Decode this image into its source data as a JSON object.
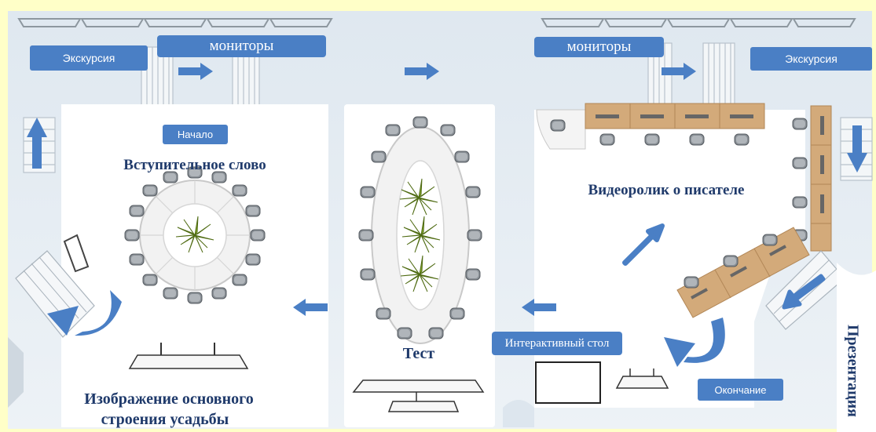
{
  "labels": {
    "excursion_left": "Экскурсия",
    "excursion_right": "Экскурсия",
    "monitors_left": "мониторы",
    "monitors_right": "мониторы",
    "start": "Начало",
    "intro_word": "Вступительное слово",
    "video": "Видеоролик о писателе",
    "test": "Тест",
    "interactive_table": "Интерактивный стол",
    "end": "Окончание",
    "presentation": "Презентация",
    "image_line1": "Изображение  основного",
    "image_line2": "строения усадьбы"
  },
  "colors": {
    "background": "#ffffc8",
    "floor": "#e8eff5",
    "zone": "#ffffff",
    "accent_blue": "#4a7fc5",
    "desk_tan": "#d3aa7a",
    "plant_green": "#6f8f1f",
    "title_navy": "#1f3a6b"
  }
}
